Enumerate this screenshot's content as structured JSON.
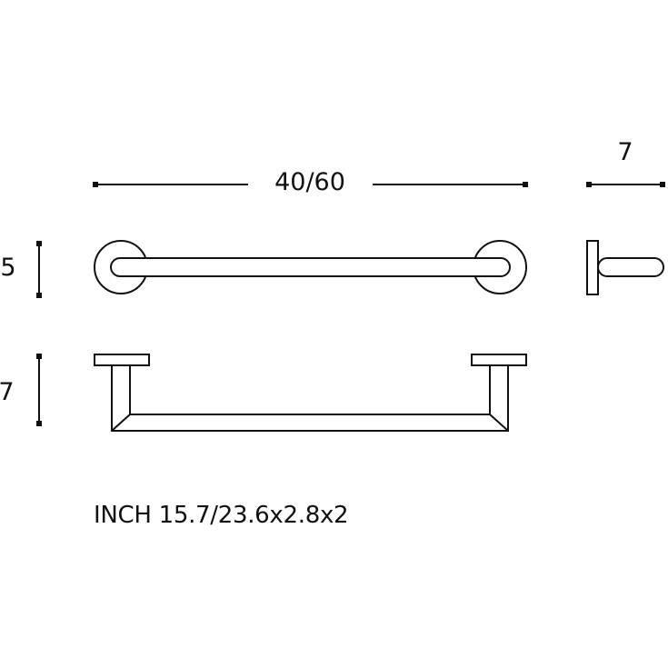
{
  "dimensions": {
    "length_label": "40/60",
    "depth_label": "7",
    "rosette_height_label": "5",
    "projection_label": "7"
  },
  "caption": {
    "inch_text": "INCH 15.7/23.6x2.8x2"
  },
  "colors": {
    "line": "#111111",
    "background": "#ffffff"
  }
}
